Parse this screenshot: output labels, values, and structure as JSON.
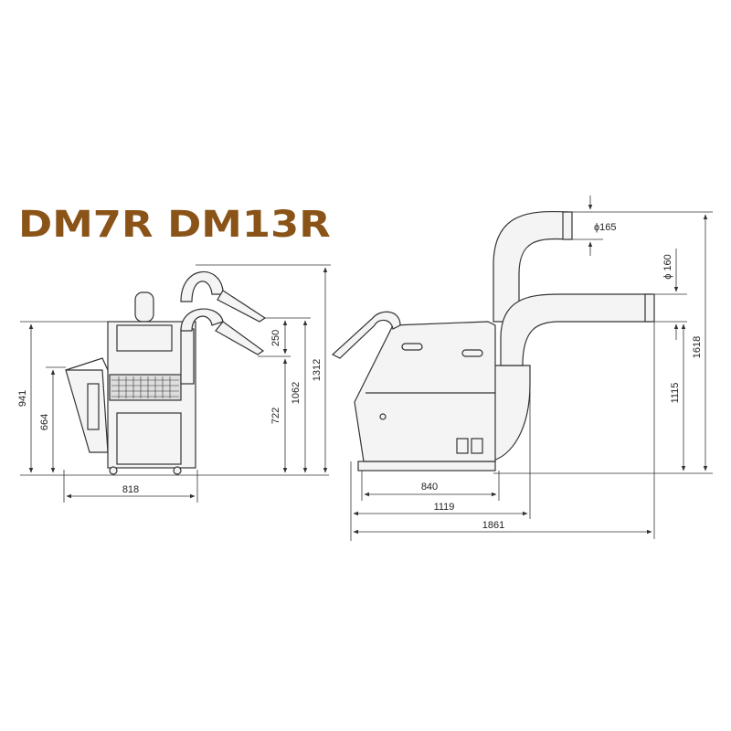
{
  "title": {
    "model_1": "DM7R",
    "model_2": "DM13R"
  },
  "colors": {
    "title": "#8a5418",
    "line": "#333333",
    "body": "#f4f4f4"
  },
  "dimensions": {
    "front_height": "941",
    "front_height_inner": "664",
    "front_width": "818",
    "chute_drop": "250",
    "body_height": "722",
    "duct_height": "1062",
    "total_height_front": "1312",
    "base_depth": "840",
    "body_depth": "1119",
    "total_length": "1861",
    "outlet_height": "1115",
    "total_height_side": "1618",
    "duct_dia_top": "ϕ165",
    "duct_dia_side": "ϕ 160"
  }
}
